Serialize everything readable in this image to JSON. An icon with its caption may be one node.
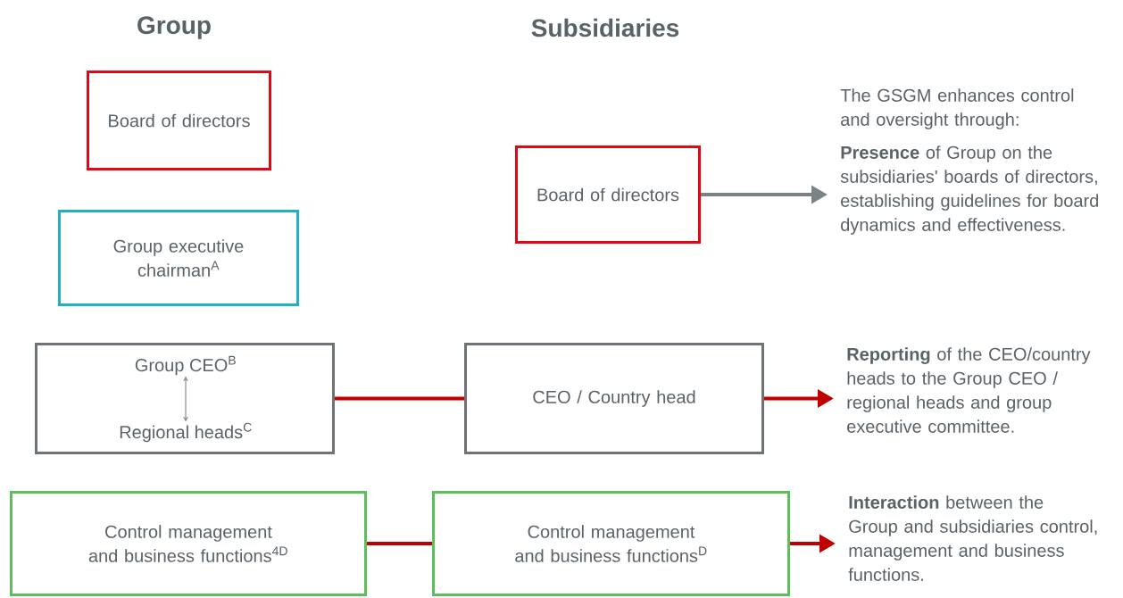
{
  "diagram": {
    "nodes": [
      {
        "text": [
          "Board of directors"
        ]
      },
      {
        "text": [
          "Group executive chairman$^{A}$"
        ]
      },
      {
        "text": [],
        "shape": "box"
      },
      {
        "text": [
          "Group CEO$^{B}$"
        ],
        "in": 2
      },
      {
        "text": [
          "Regional heads$^{C}$"
        ],
        "in": 2
      },
      {
        "text": [
          "Control management and business functions$^{4D}$"
        ]
      },
      {
        "text": [
          "Board of directors"
        ]
      },
      {
        "text": [
          "CEO / Country head"
        ]
      },
      {
        "text": [
          "Control management and business functions$^{D}$"
        ]
      },
      {
        "text": [
          "The GSGM enhances control and oversight through:",
          "**Presence** of Group on the subsidiaries' boards of directors, establishing guidelines for board dynamics and effectiveness."
        ]
      },
      {
        "text": [
          "**Reporting** of the CEO/country heads to the Group CEO / regional heads and group executive committee."
        ]
      },
      {
        "text": [
          "**Interaction** between the Group and subsidiaries control, management and business functions."
        ]
      }
    ],
    "edges": [
      {
        "from": 3,
        "to": 4,
        "arrow": "both",
        "color": "#8a9194"
      },
      {
        "from": 2,
        "to": 7,
        "arrow": "none"
      },
      {
        "from": 5,
        "to": 8,
        "arrow": "none"
      },
      {
        "from": 6,
        "to": 9,
        "arrow": "to",
        "color": "#7a8285"
      },
      {
        "from": 7,
        "to": 10,
        "arrow": "to"
      },
      {
        "from": 8,
        "to": 11,
        "arrow": "to"
      }
    ],
    "labels": [
      "Group",
      "Subsidiaries"
    ]
  }
}
